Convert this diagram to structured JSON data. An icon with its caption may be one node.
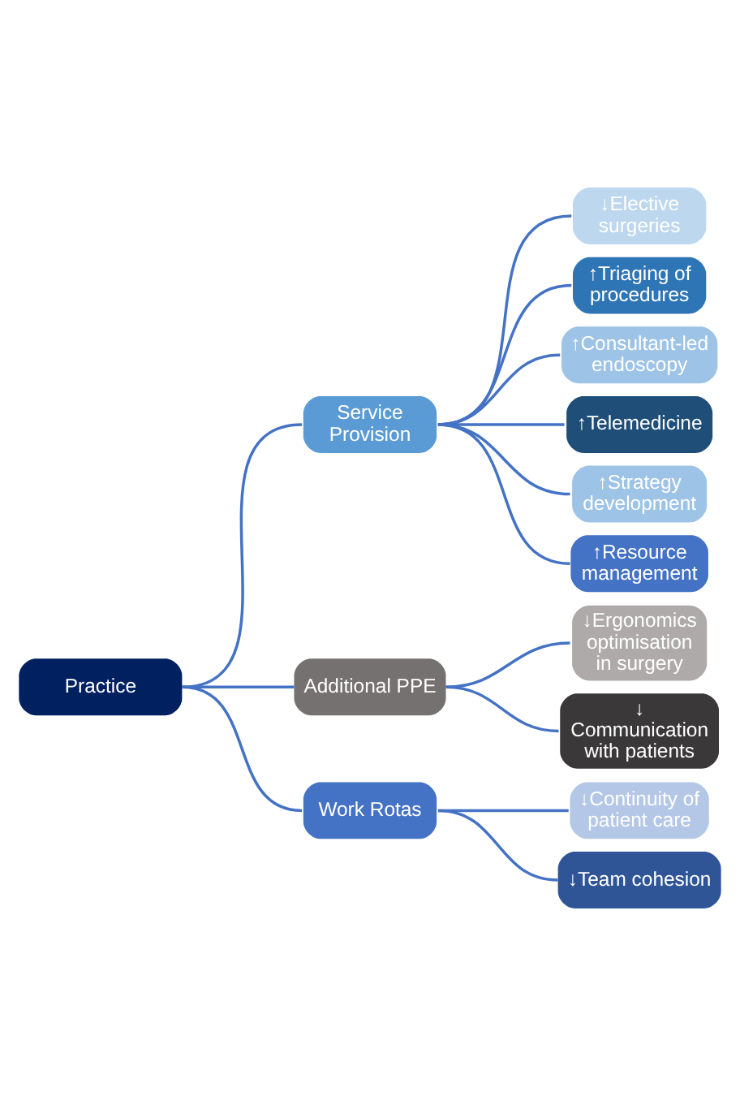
{
  "diagram": {
    "nodes": [
      {
        "text": [
          "Practice"
        ]
      },
      {
        "text": [
          "Service Provision"
        ]
      },
      {
        "text": [
          "Additional PPE"
        ]
      },
      {
        "text": [
          "Work Rotas"
        ]
      },
      {
        "text": [
          "↓Elective surgeries"
        ]
      },
      {
        "text": [
          "↑Triaging of procedures"
        ]
      },
      {
        "text": [
          "↑Consultant-led endoscopy"
        ]
      },
      {
        "text": [
          "↑Telemedicine"
        ]
      },
      {
        "text": [
          "↑Strategy development"
        ]
      },
      {
        "text": [
          "↑Resource management"
        ]
      },
      {
        "text": [
          "↓Ergonomics optimisation in surgery"
        ]
      },
      {
        "text": [
          "↓ Communication with patients"
        ]
      },
      {
        "text": [
          "↓Continuity of patient care"
        ]
      },
      {
        "text": [
          "↓Team cohesion"
        ]
      }
    ],
    "edges": [
      {
        "from": 0,
        "to": 1,
        "arrow": "none"
      },
      {
        "from": 0,
        "to": 2,
        "arrow": "none"
      },
      {
        "from": 0,
        "to": 3,
        "arrow": "none"
      },
      {
        "from": 1,
        "to": 4,
        "arrow": "none"
      },
      {
        "from": 1,
        "to": 5,
        "arrow": "none"
      },
      {
        "from": 1,
        "to": 6,
        "arrow": "none"
      },
      {
        "from": 1,
        "to": 7,
        "arrow": "none"
      },
      {
        "from": 1,
        "to": 8,
        "arrow": "none"
      },
      {
        "from": 1,
        "to": 9,
        "arrow": "none"
      },
      {
        "from": 2,
        "to": 10,
        "arrow": "none"
      },
      {
        "from": 2,
        "to": 11,
        "arrow": "none"
      },
      {
        "from": 3,
        "to": 12,
        "arrow": "none"
      },
      {
        "from": 3,
        "to": 13,
        "arrow": "none"
      }
    ]
  }
}
